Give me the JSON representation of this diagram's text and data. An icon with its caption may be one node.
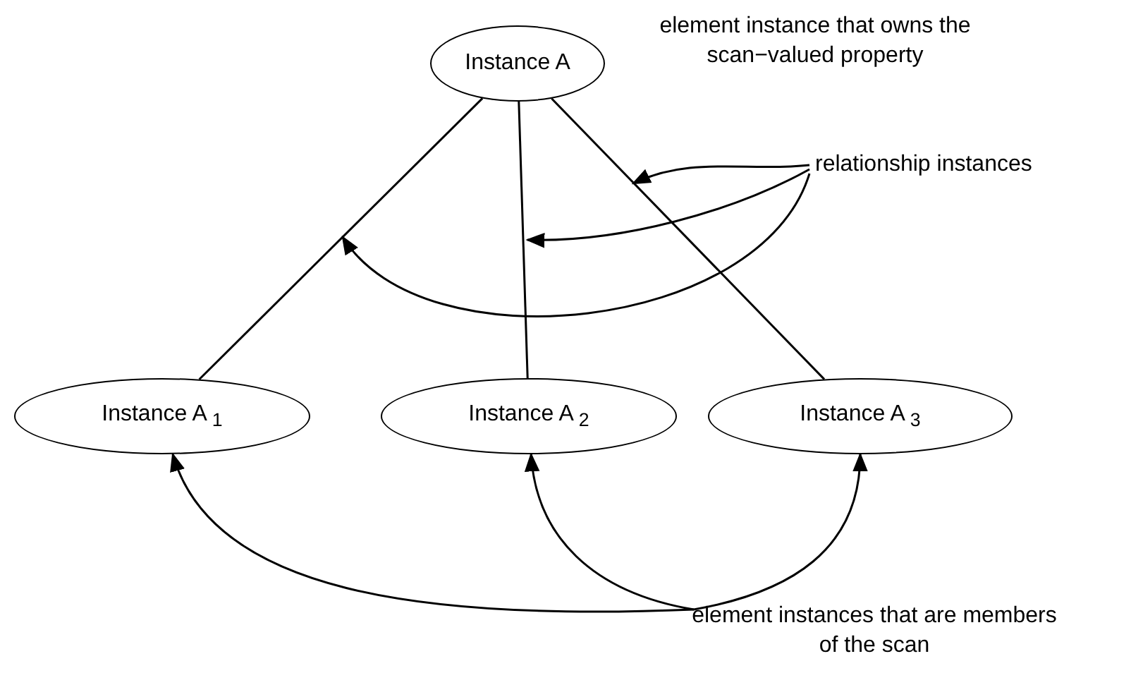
{
  "diagram": {
    "nodes": [
      {
        "text": [
          "Instance A"
        ],
        "beside": [
          "element instance that owns the scan−valued property"
        ]
      },
      {
        "text": [
          "Instance A $_{1}$"
        ]
      },
      {
        "text": [
          "Instance A $_{2}$"
        ]
      },
      {
        "text": [
          "Instance A $_{3}$"
        ]
      },
      {
        "text": [
          "relationship instances"
        ]
      },
      {
        "text": [
          "element instances that are members of the scan"
        ]
      }
    ],
    "edges": [
      {
        "from": 0,
        "to": 1,
        "arrow": "none"
      },
      {
        "from": 0,
        "to": 2,
        "arrow": "none"
      },
      {
        "from": 0,
        "to": 3,
        "arrow": "none"
      },
      {
        "from": 4,
        "to": null,
        "arrow": "to"
      },
      {
        "from": 4,
        "to": null,
        "arrow": "to"
      },
      {
        "from": 4,
        "to": null,
        "arrow": "to"
      },
      {
        "from": 5,
        "to": 1,
        "arrow": "to"
      },
      {
        "from": 5,
        "to": 2,
        "arrow": "to"
      },
      {
        "from": 5,
        "to": 3,
        "arrow": "to"
      }
    ]
  }
}
